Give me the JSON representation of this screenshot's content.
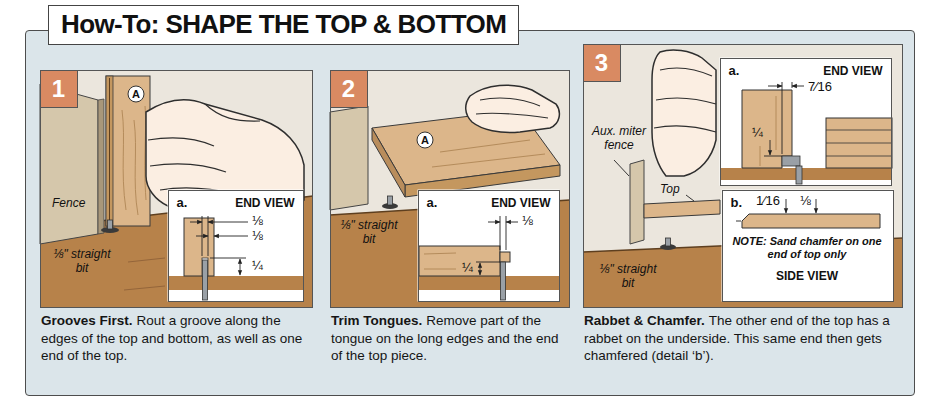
{
  "diagram": {
    "title": "How-To: SHAPE THE TOP & BOTTOM",
    "nodes": [
      {
        "text": [
          "Grooves First.",
          "Rout a groove along the edges of the top and bottom, as well as one end of the top."
        ]
      },
      {
        "text": [
          "1"
        ],
        "in": 0
      },
      {
        "text": [
          "a.",
          "END VIEW"
        ],
        "in": 0
      },
      {
        "text": [
          "Trim Tongues.",
          "Remove part of the tongue on the long edges and the end of the top piece."
        ]
      },
      {
        "text": [
          "2"
        ],
        "in": 3
      },
      {
        "text": [
          "a.",
          "END VIEW"
        ],
        "in": 3
      },
      {
        "text": [
          "Rabbet & Chamfer.",
          "The other end of the top has a rabbet on the underside. This same end then gets chamfered (detail ‘b’)."
        ]
      },
      {
        "text": [
          "3"
        ],
        "in": 6
      },
      {
        "text": [
          "a.",
          "END VIEW"
        ],
        "in": 6
      },
      {
        "text": [
          "b.",
          "NOTE: Sand chamfer on one end of top only",
          "SIDE VIEW"
        ],
        "in": 6
      }
    ],
    "labels": [
      "A",
      "Fence",
      "⅛\" straight bit",
      "⅛",
      "⅛",
      "¼",
      "A",
      "⅛\" straight bit",
      "⅛",
      "¼",
      "Aux. miter fence",
      "Top",
      "⅛\" straight bit",
      "7⁄16",
      "¼",
      "1⁄16",
      "⅛"
    ]
  }
}
